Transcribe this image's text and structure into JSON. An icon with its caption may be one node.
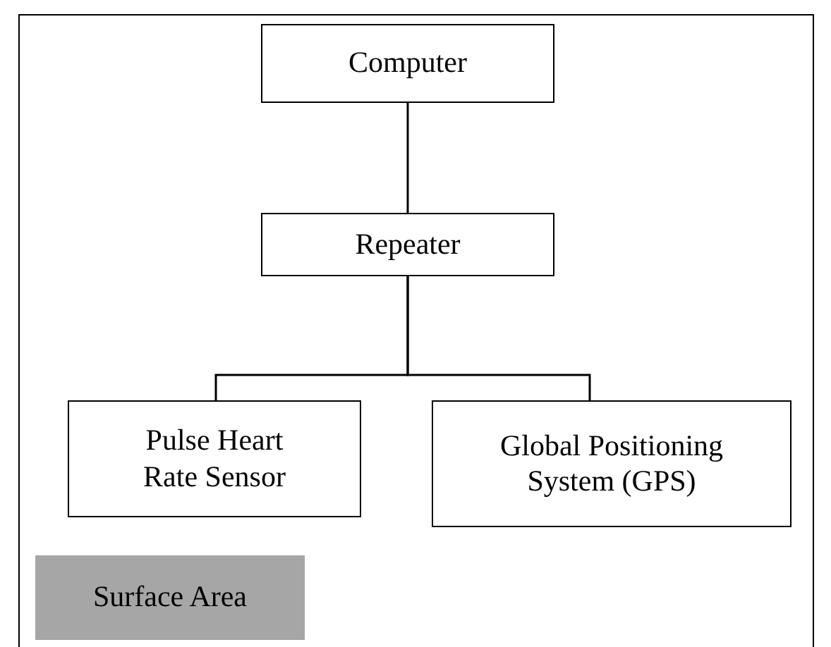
{
  "diagram": {
    "nodes": [
      {
        "text": [
          "Computer"
        ]
      },
      {
        "text": [
          "Repeater"
        ]
      },
      {
        "text": [
          "Pulse Heart Rate Sensor"
        ]
      },
      {
        "text": [
          "Global Positioning System (GPS)"
        ]
      },
      {
        "text": [
          "Surface Area"
        ]
      }
    ],
    "edges": [
      {
        "from": 0,
        "to": 1,
        "arrow": "none"
      },
      {
        "from": 1,
        "to": 2,
        "arrow": "none"
      },
      {
        "from": 1,
        "to": 3,
        "arrow": "none"
      }
    ]
  }
}
